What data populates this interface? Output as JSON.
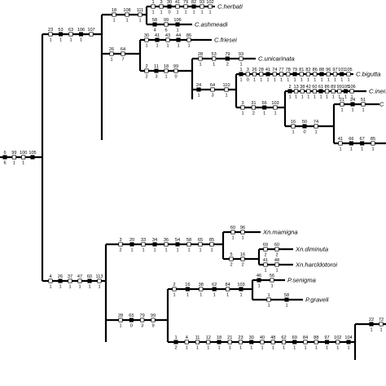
{
  "taxa": {
    "c_herbati": "C.herbati",
    "c_ashmeadi": "C.ashmeadi",
    "c_friesei": "C.friesei",
    "c_unicarinata": "C.unicarinata",
    "c_bigutta": "C.bigutta",
    "c_inermis": "C.inermis",
    "c_cut1": "C",
    "xn_mamigna": "Xn.mamigna",
    "xn_diminuta": "Xn.diminuta",
    "xn_harcldotoroi": "Xn.harcldotoroi",
    "p_senigma": "P.senigma",
    "p_graveli": "P.graveli"
  },
  "character_labels": {
    "root": {
      "top": [
        "6",
        "99",
        "100",
        "105"
      ],
      "bottom": [
        "6",
        "1",
        "1"
      ]
    },
    "upper_clade": {
      "top": [
        "23",
        "53",
        "63",
        "106",
        "107"
      ],
      "bottom": [
        "1",
        "1",
        "1",
        "1"
      ]
    },
    "herbati_ashmeadi": {
      "top": [
        "18",
        "108",
        "111"
      ],
      "bottom": [
        "1",
        "1",
        "1"
      ]
    },
    "herbati": {
      "top": [
        "1",
        "3",
        "30",
        "41",
        "79",
        "82",
        "93",
        "102"
      ],
      "bottom": [
        "1",
        "1",
        "0",
        "1",
        "1",
        "1",
        "1",
        "1"
      ]
    },
    "ashmeadi": {
      "top": [
        "58",
        "99",
        "106"
      ],
      "bottom": [
        "4",
        "6",
        "1"
      ]
    },
    "friesei_group": {
      "top": [
        "26",
        "64"
      ],
      "bottom": [
        "1",
        "7"
      ]
    },
    "friesei": {
      "top": [
        "30",
        "41",
        "43",
        "44",
        "86"
      ],
      "bottom": [
        "1",
        "1",
        "1",
        "1",
        "1"
      ]
    },
    "unicarinata_group": {
      "top": [
        "2",
        "11",
        "18",
        "99"
      ],
      "bottom": [
        "2",
        "3",
        "1",
        "0"
      ]
    },
    "unicarinata": {
      "top": [
        "28",
        "53",
        "79",
        "93"
      ],
      "bottom": [
        "1",
        "1",
        "2",
        "1"
      ]
    },
    "bigutta_group": {
      "top": [
        "24",
        "64",
        "110"
      ],
      "bottom": [
        "1",
        "3",
        "1"
      ]
    },
    "bigutta": {
      "top": [
        "1",
        "3",
        "26",
        "28",
        "41",
        "74",
        "77",
        "78",
        "79",
        "81",
        "82",
        "86",
        "88",
        "96",
        "97",
        "101",
        "105"
      ],
      "bottom": [
        "1",
        "0",
        "1",
        "1",
        "1",
        "1",
        "1",
        "1",
        "1",
        "1",
        "1",
        "1",
        "1",
        "1",
        "1",
        "1",
        "1"
      ]
    },
    "inermis_group": {
      "top": [
        "3",
        "31",
        "66",
        "103"
      ],
      "bottom": [
        "1",
        "2",
        "1",
        "1"
      ]
    },
    "inermis": {
      "top": [
        "2",
        "13",
        "38",
        "42",
        "60",
        "61",
        "86",
        "89",
        "99",
        "105",
        "106"
      ],
      "bottom": [
        "1",
        "1",
        "1",
        "1",
        "1",
        "1",
        "1",
        "1",
        "1",
        "1",
        "1"
      ]
    },
    "cut_group": {
      "top": [
        "16",
        "50",
        "74"
      ],
      "bottom": [
        "1",
        "0",
        "1"
      ]
    },
    "cut_upper": {
      "top": [
        "21",
        "24",
        "51"
      ],
      "bottom": [
        "1",
        "1",
        "1"
      ]
    },
    "cut_lower": {
      "top": [
        "41",
        "66",
        "67",
        "85"
      ],
      "bottom": [
        "1",
        "1",
        "1",
        "1"
      ]
    },
    "lower_clade": {
      "top": [
        "4",
        "26",
        "37",
        "47",
        "60",
        "113"
      ],
      "bottom": [
        "1",
        "1",
        "1",
        "1",
        "1",
        "1"
      ]
    },
    "xn_clade": {
      "top": [
        "3",
        "20",
        "33",
        "34",
        "36",
        "54",
        "58",
        "65",
        "85"
      ],
      "bottom": [
        "2",
        "1",
        "1",
        "1",
        "1",
        "1",
        "1",
        "1",
        "1"
      ]
    },
    "xn_mamigna": {
      "top": [
        "60",
        "96"
      ],
      "bottom": [
        "1",
        "1"
      ]
    },
    "xn_dim_har": {
      "top": [
        "5",
        "16"
      ],
      "bottom": [
        "2",
        "2"
      ]
    },
    "xn_diminuta": {
      "top": [
        "69",
        "60"
      ],
      "bottom": [
        "2",
        "2"
      ]
    },
    "xn_harcldotoroi": {
      "top": [
        "41",
        "48"
      ],
      "bottom": [
        "1",
        "1"
      ]
    },
    "p_group": {
      "top": [
        "28",
        "65",
        "79",
        "99"
      ],
      "bottom": [
        "1",
        "0",
        "3",
        "9"
      ]
    },
    "p_clade": {
      "top": [
        "2",
        "16",
        "38",
        "62",
        "84",
        "103"
      ],
      "bottom": [
        "1",
        "1",
        "1",
        "1",
        "1",
        "1"
      ]
    },
    "p_senigma": {
      "top": [
        "46",
        "56"
      ],
      "bottom": [
        "1",
        "1"
      ]
    },
    "p_graveli": {
      "top": [
        "1",
        "58"
      ],
      "bottom": [
        "1",
        "1"
      ]
    },
    "bottom_long": {
      "top": [
        "1",
        "4",
        "11",
        "12",
        "18",
        "21",
        "23",
        "30",
        "40",
        "48",
        "62",
        "69",
        "84",
        "88",
        "97",
        "102",
        "104"
      ],
      "bottom": [
        "2",
        "1",
        "1",
        "1",
        "1",
        "1",
        "1",
        "1",
        "1",
        "1",
        "1",
        "1",
        "1",
        "1",
        "1",
        "1",
        "1"
      ]
    },
    "bottom_right": {
      "top": [
        "22",
        "72"
      ],
      "bottom": [
        "1",
        "1"
      ]
    }
  }
}
